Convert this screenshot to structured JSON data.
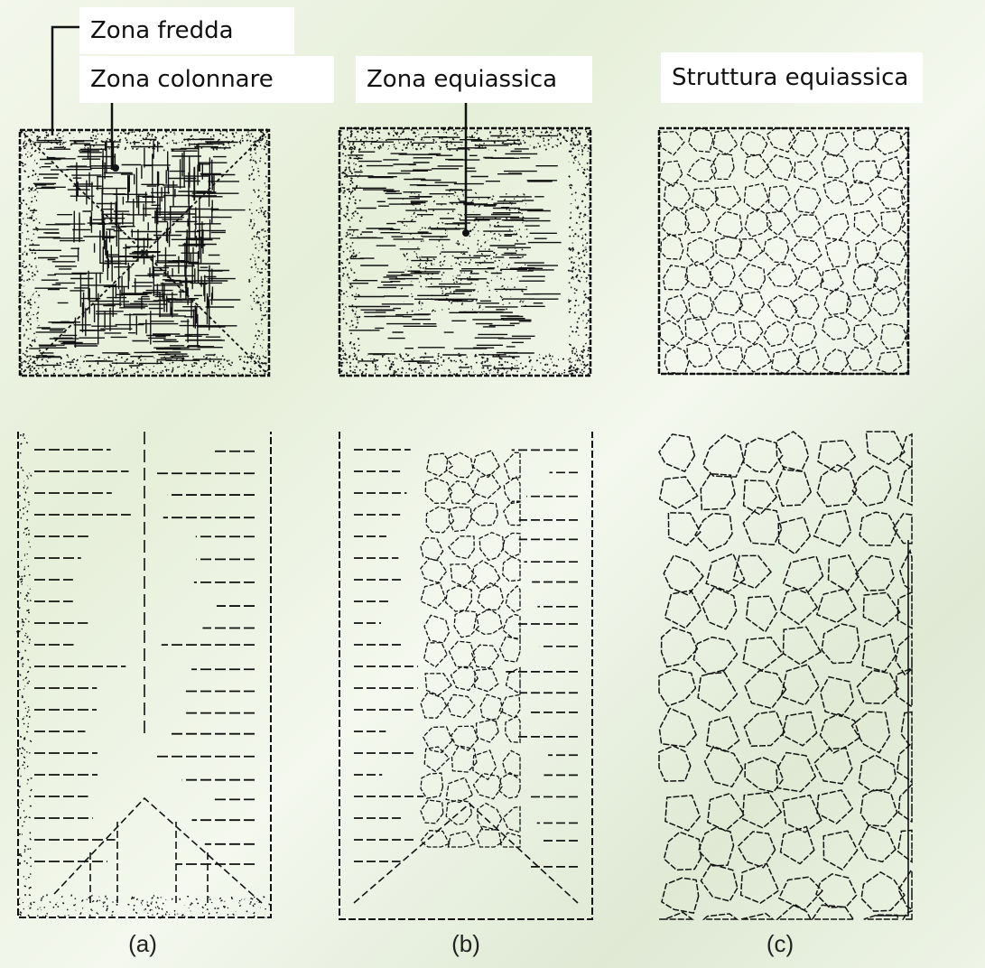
{
  "labels": {
    "zona_fredda": "Zona fredda",
    "zona_colonnare": "Zona colonnare",
    "zona_equiassica": "Zona equiassica",
    "struttura_equiassica": "Struttura  equiassica"
  },
  "panels": [
    "(a)",
    "(b)",
    "(c)"
  ],
  "colors": {
    "ink": "#111111",
    "background": "#eef4e6"
  }
}
